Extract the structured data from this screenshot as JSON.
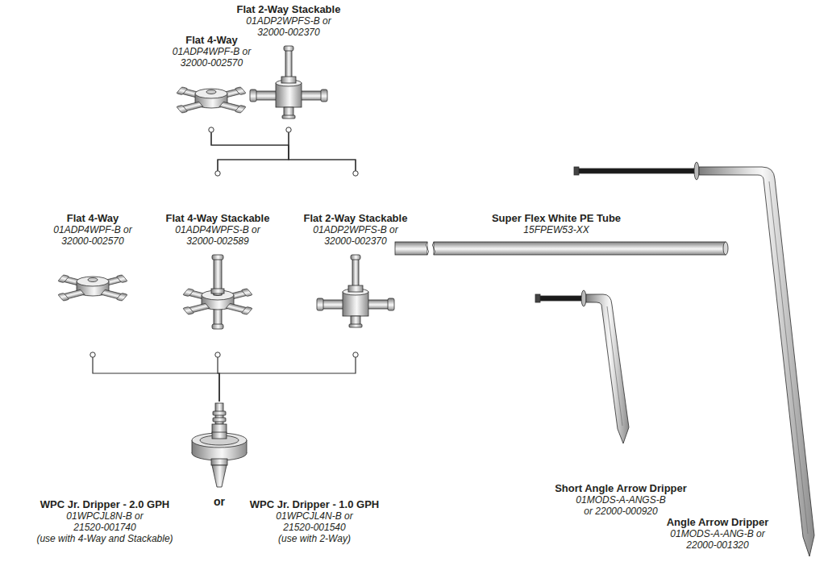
{
  "diagram": {
    "nodes": [
      {
        "text": [
          "Flat 4-Way",
          "01ADP4WPF-B or 32000-002570"
        ]
      },
      {
        "text": [
          "Flat 2-Way Stackable",
          "01ADP2WPFS-B or 32000-002370"
        ]
      },
      {
        "text": [
          "Flat 4-Way",
          "01ADP4WPF-B or 32000-002570"
        ]
      },
      {
        "text": [
          "Flat 4-Way Stackable",
          "01ADP4WPFS-B or 32000-002589"
        ]
      },
      {
        "text": [
          "Flat 2-Way Stackable",
          "01ADP2WPFS-B or 32000-002370"
        ]
      },
      {
        "text": [
          "Super Flex White PE Tube",
          "15FPEW53-XX"
        ]
      },
      {
        "text": [
          "WPC Jr. Dripper - 2.0 GPH",
          "01WPCJL8N-B or 21520-001740",
          "(use with 4-Way and Stackable)",
          "WPC Jr. Dripper - 1.0 GPH",
          "01WPCJL4N-B or 21520-001540",
          "(use with 2-Way)"
        ]
      },
      {
        "text": [
          "Short Angle Arrow Dripper",
          "01MODS-A-ANGS-B or 22000-000920"
        ]
      },
      {
        "text": [
          "Angle Arrow Dripper",
          "01MODS-A-ANG-B or 22000-001320"
        ]
      }
    ],
    "edges": [
      {
        "from": 0,
        "to": 3,
        "arrow": "none"
      },
      {
        "from": 0,
        "to": 4,
        "arrow": "none"
      },
      {
        "from": 1,
        "to": 3,
        "arrow": "none"
      },
      {
        "from": 1,
        "to": 4,
        "arrow": "none"
      },
      {
        "from": 2,
        "to": 6,
        "arrow": "none"
      },
      {
        "from": 3,
        "to": 6,
        "arrow": "none"
      },
      {
        "from": 4,
        "to": 6,
        "arrow": "none"
      }
    ],
    "labels": [
      "or"
    ]
  }
}
